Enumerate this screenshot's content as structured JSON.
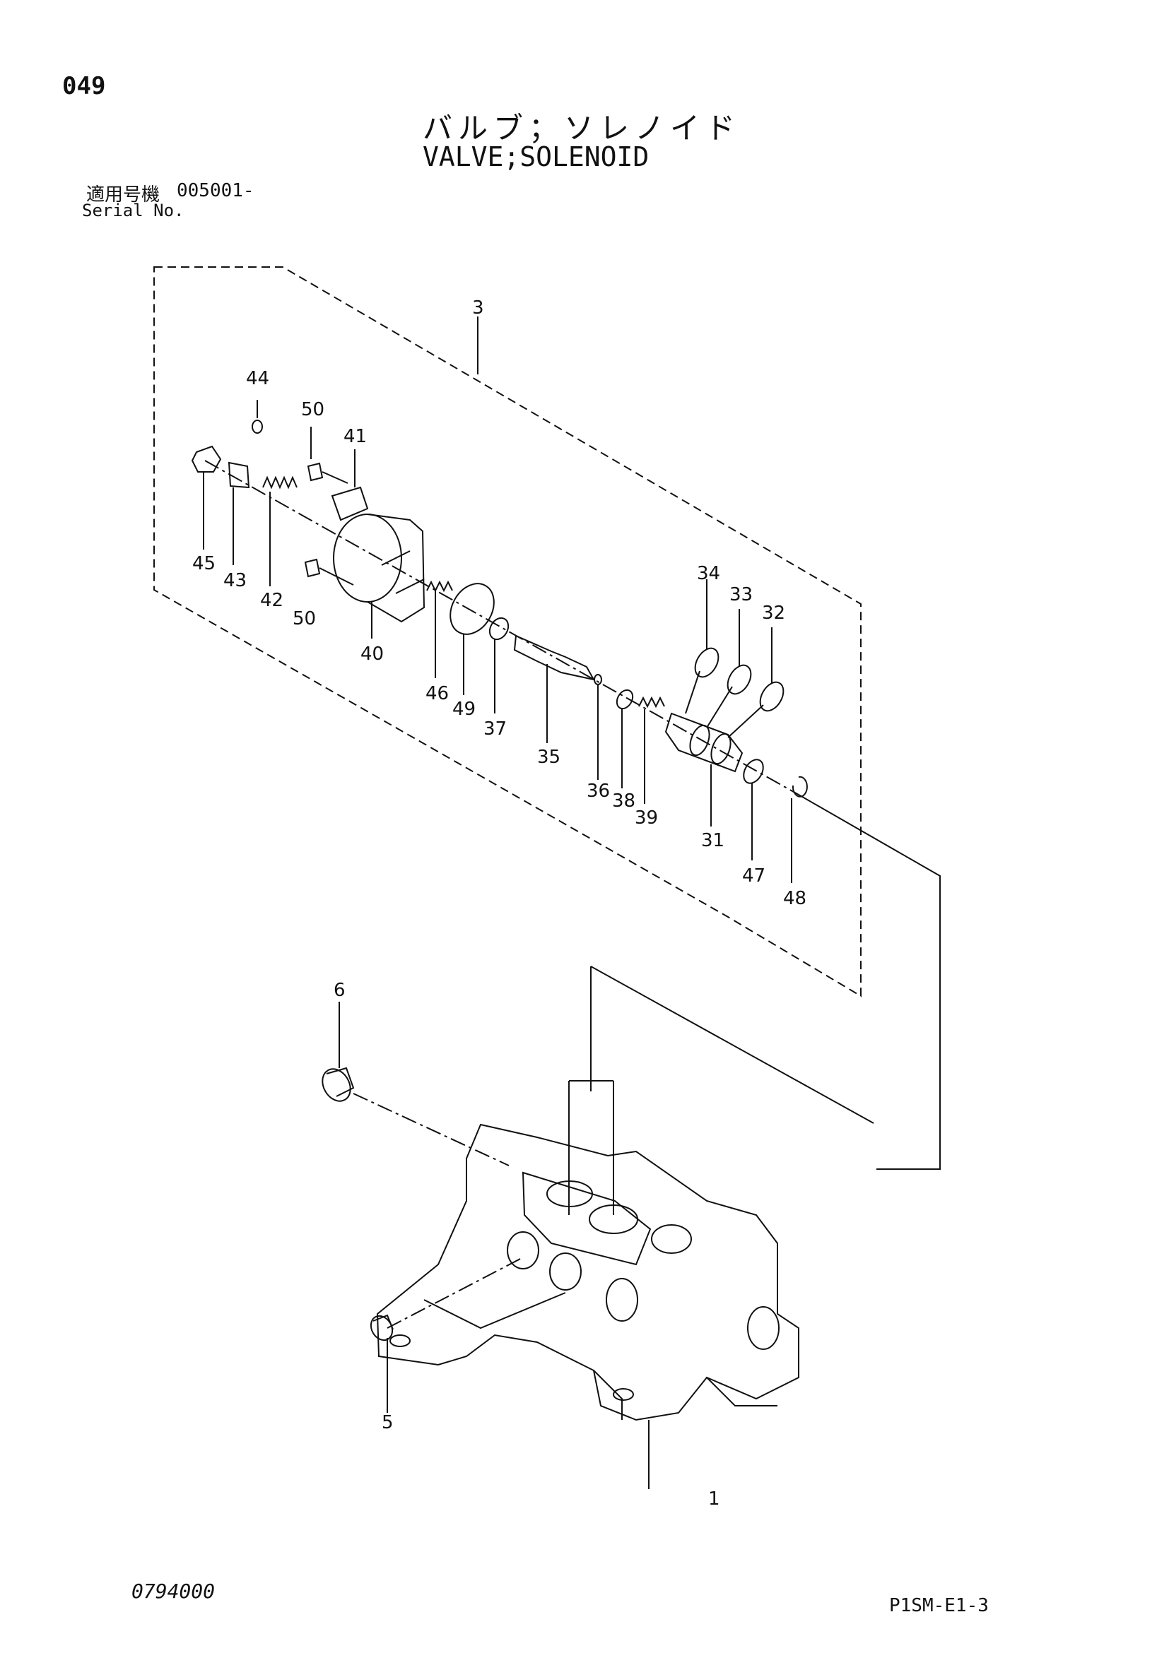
{
  "header": {
    "page_number": "049",
    "title_jp": "バルブ；ソレノイド",
    "title_en": "VALVE;SOLENOID",
    "serial_label_jp": "適用号機",
    "serial_value": "005001-",
    "serial_label_en": "Serial No."
  },
  "footer": {
    "doc_code": "0794000",
    "sheet_code": "P1SM-E1-3"
  },
  "parts": [
    {
      "num": "1"
    },
    {
      "num": "3"
    },
    {
      "num": "5"
    },
    {
      "num": "6"
    },
    {
      "num": "31"
    },
    {
      "num": "32"
    },
    {
      "num": "33"
    },
    {
      "num": "34"
    },
    {
      "num": "35"
    },
    {
      "num": "36"
    },
    {
      "num": "37"
    },
    {
      "num": "38"
    },
    {
      "num": "39"
    },
    {
      "num": "40"
    },
    {
      "num": "41"
    },
    {
      "num": "42"
    },
    {
      "num": "43"
    },
    {
      "num": "44"
    },
    {
      "num": "45"
    },
    {
      "num": "46"
    },
    {
      "num": "47"
    },
    {
      "num": "48"
    },
    {
      "num": "49"
    },
    {
      "num": "50"
    },
    {
      "num": "50"
    }
  ]
}
